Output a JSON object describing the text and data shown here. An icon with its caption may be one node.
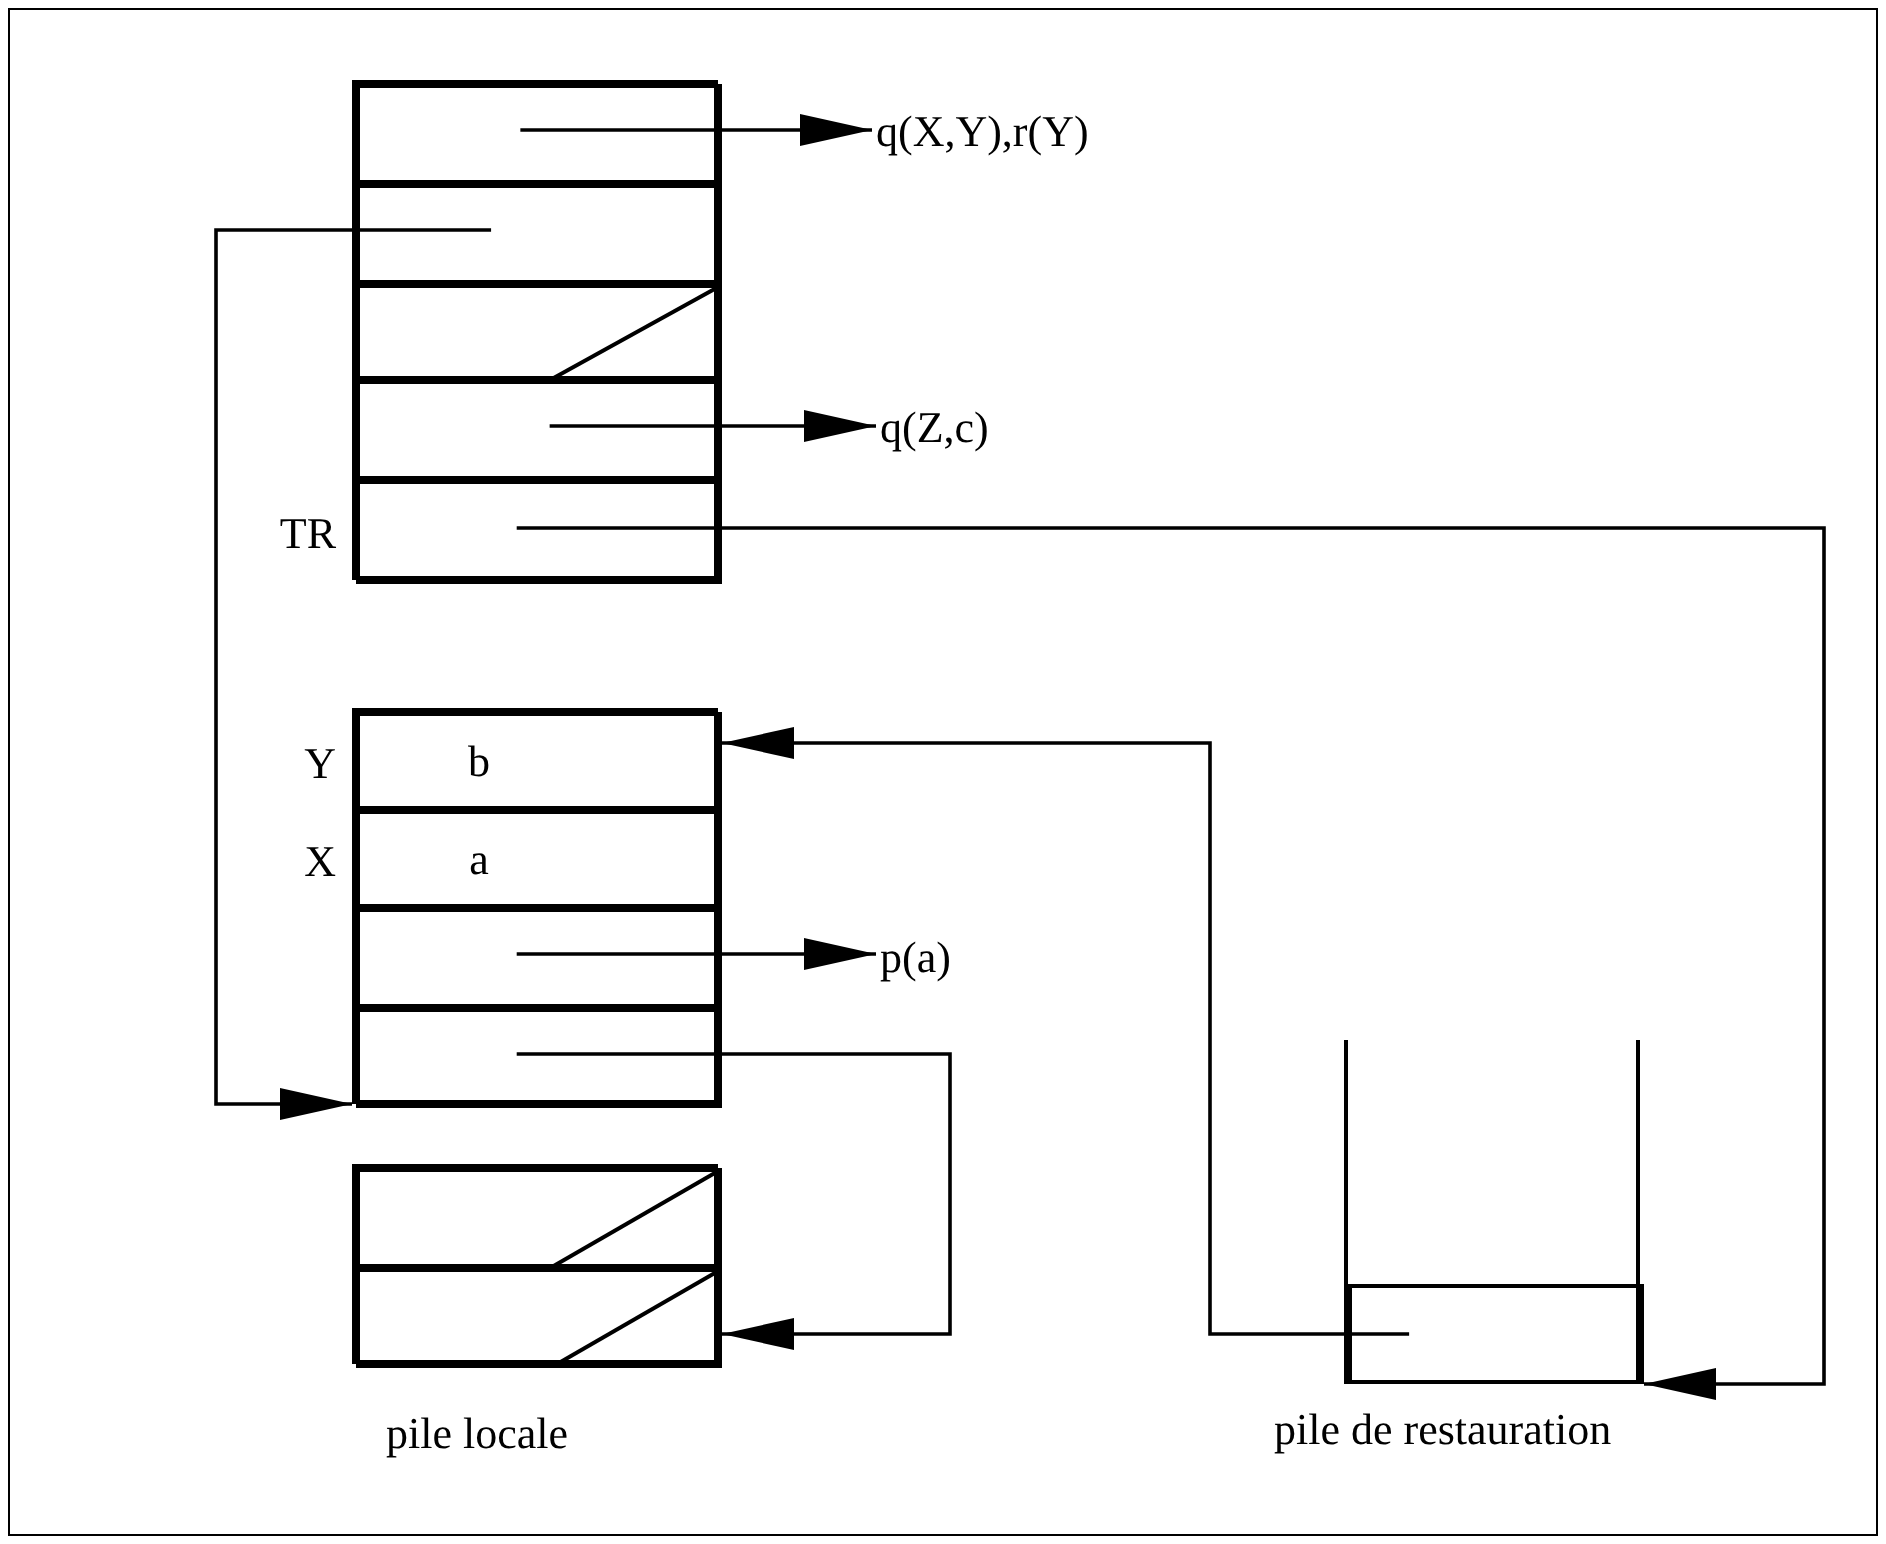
{
  "diagram": {
    "nodes": [
      {
        "text": [],
        "shape": "box"
      },
      {
        "text": [],
        "shape": "box",
        "in": 0
      },
      {
        "text": [],
        "shape": "box",
        "in": 0
      },
      {
        "text": [],
        "shape": "box",
        "in": 0
      },
      {
        "text": [],
        "shape": "box",
        "in": 0
      },
      {
        "text": [],
        "shape": "box",
        "in": 0,
        "beside": [
          "TR"
        ]
      },
      {
        "text": [
          "q(X,Y),r(Y)"
        ]
      },
      {
        "text": [
          "q(Z,c)"
        ]
      },
      {
        "text": [],
        "shape": "box"
      },
      {
        "text": [
          "b"
        ],
        "in": 8,
        "beside": [
          "Y"
        ]
      },
      {
        "text": [
          "a"
        ],
        "in": 8,
        "beside": [
          "X"
        ]
      },
      {
        "text": [],
        "shape": "box",
        "in": 8
      },
      {
        "text": [],
        "shape": "box",
        "in": 8
      },
      {
        "text": [
          "p(a)"
        ]
      },
      {
        "text": [],
        "shape": "box"
      },
      {
        "text": [],
        "shape": "box",
        "in": 14
      },
      {
        "text": [],
        "shape": "box",
        "in": 14
      },
      {
        "text": [],
        "shape": "box",
        "beside": [
          "pile de restauration"
        ]
      },
      {
        "text": [],
        "shape": "box",
        "in": 17
      }
    ],
    "edges": [
      {
        "from": 1,
        "to": 6,
        "arrow": "to"
      },
      {
        "from": 2,
        "to": 8,
        "arrow": "to"
      },
      {
        "from": 4,
        "to": 7,
        "arrow": "to"
      },
      {
        "from": 5,
        "to": 17,
        "arrow": "to"
      },
      {
        "from": 18,
        "to": 9,
        "arrow": "to"
      },
      {
        "from": 11,
        "to": 13,
        "arrow": "to"
      },
      {
        "from": 12,
        "to": 16,
        "arrow": "to"
      }
    ],
    "labels": [
      "pile locale"
    ]
  }
}
